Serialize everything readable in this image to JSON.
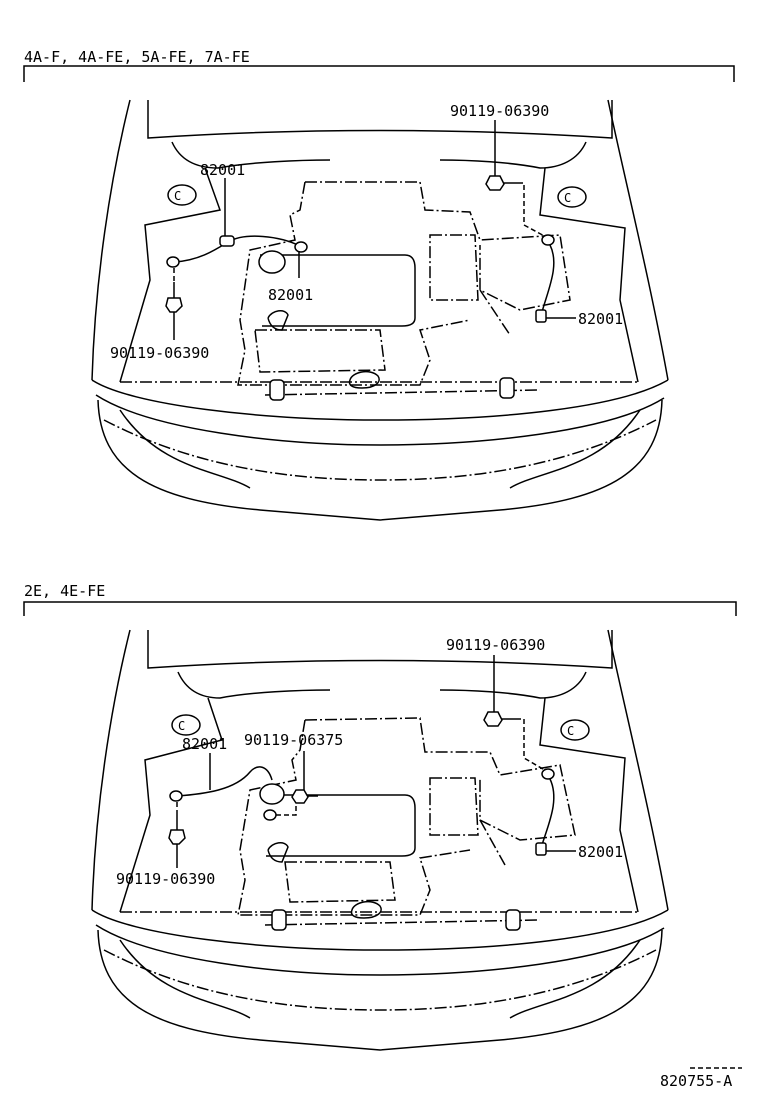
{
  "sections": [
    {
      "header": "4A-F, 4A-FE, 5A-FE, 7A-FE",
      "labels": {
        "top_bolt": "90119-06390",
        "left_strap": "82001",
        "center_strap": "82001",
        "right_strap": "82001",
        "left_bolt": "90119-06390"
      }
    },
    {
      "header": "2E, 4E-FE",
      "labels": {
        "top_bolt": "90119-06390",
        "left_strap": "82001",
        "center_bolt": "90119-06375",
        "right_strap": "82001",
        "left_bolt": "90119-06390"
      }
    }
  ],
  "figure_code": "820755-A"
}
